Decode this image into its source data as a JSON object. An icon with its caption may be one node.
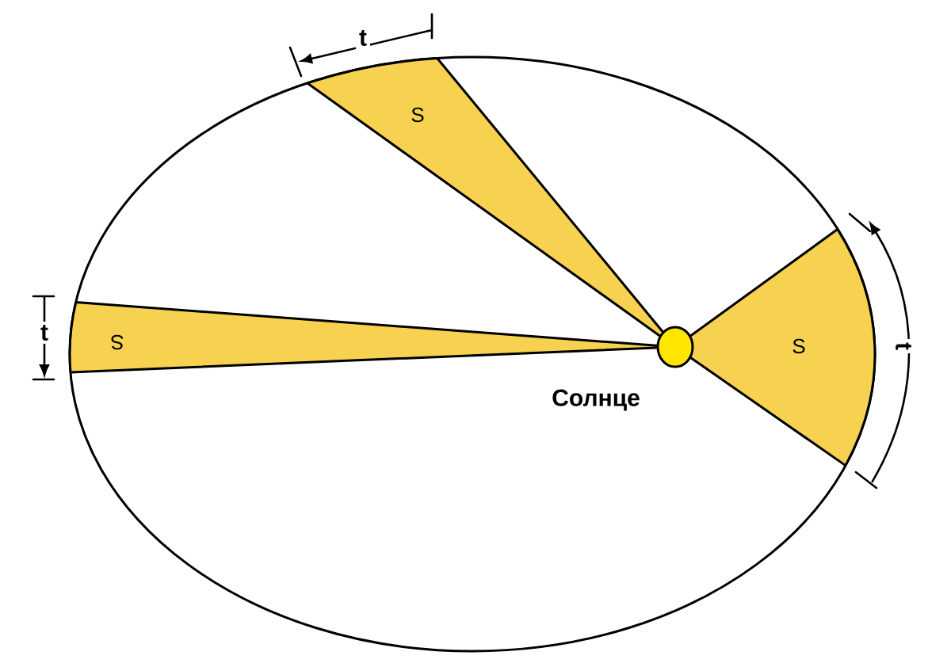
{
  "diagram": {
    "nodes": [
      {
        "text": [
          "S"
        ]
      },
      {
        "text": [
          "S"
        ]
      },
      {
        "text": [
          "S"
        ]
      },
      {
        "text": [],
        "shape": "circle",
        "beside": [
          "Солнце"
        ]
      }
    ],
    "labels": [
      "t",
      "t",
      "t"
    ]
  }
}
